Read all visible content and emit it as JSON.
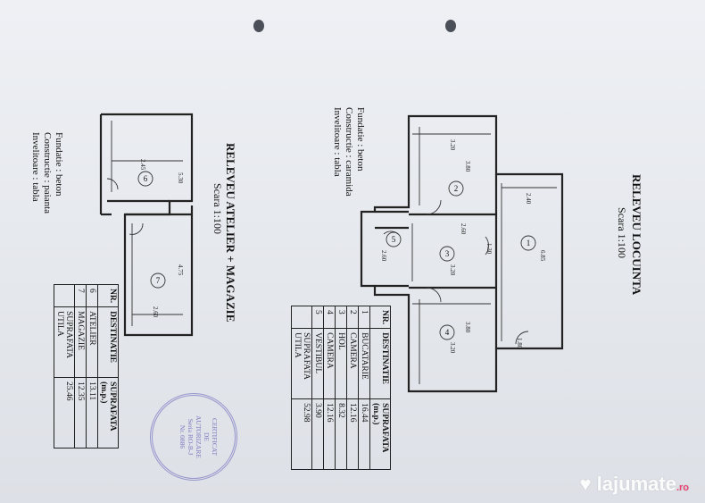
{
  "locuinta": {
    "title": "RELEVEU LOCUINTA",
    "scale": "Scara 1:100",
    "notes": [
      "Fundatie : beton",
      "Constructie : caramida",
      "Invelitoare : tabla"
    ],
    "table": {
      "headers": [
        "NR.",
        "DESTINATIE",
        "SUPRAFATA (m.p.)"
      ],
      "rows": [
        [
          "1",
          "BUCATARIE",
          "16.44"
        ],
        [
          "2",
          "CAMERA",
          "12.16"
        ],
        [
          "3",
          "HOL",
          "8.32"
        ],
        [
          "4",
          "CAMERA",
          "12.16"
        ],
        [
          "5",
          "VESTIBUL",
          "3.90"
        ]
      ],
      "total_label": "SUPRAFATA UTILA",
      "total_value": "52.98"
    },
    "room_numbers": [
      "1",
      "2",
      "3",
      "4",
      "5"
    ],
    "dimensions": [
      "3.20",
      "3.80",
      "2.40",
      "6.85",
      "2.60",
      "3.20",
      "1.30",
      "3.80",
      "3.20",
      "2.60",
      "1.80"
    ]
  },
  "atelier": {
    "title": "RELEVEU ATELIER + MAGAZIE",
    "scale": "Scara 1:100",
    "notes": [
      "Fundatie : beton",
      "Constructie : paianta",
      "Invelitoare : tabla"
    ],
    "table": {
      "headers": [
        "NR.",
        "DESTINATIE",
        "SUPRAFATA (m.p.)"
      ],
      "rows": [
        [
          "6",
          "ATELIER",
          "13.11"
        ],
        [
          "7",
          "MAGAZIE",
          "12.35"
        ]
      ],
      "total_label": "SUPRAFATA UTILA",
      "total_value": "25.46"
    },
    "room_numbers": [
      "6",
      "7"
    ],
    "dimensions": [
      "2.45",
      "5.30",
      "4.75",
      "2.60"
    ]
  },
  "stamp": {
    "lines": [
      "CERTIFICAT",
      "DE",
      "AUTORIZARE",
      "Seria RO-B-J",
      "Nr. 0886"
    ]
  },
  "logo": {
    "text": "lajumate",
    "suffix": ".ro"
  }
}
